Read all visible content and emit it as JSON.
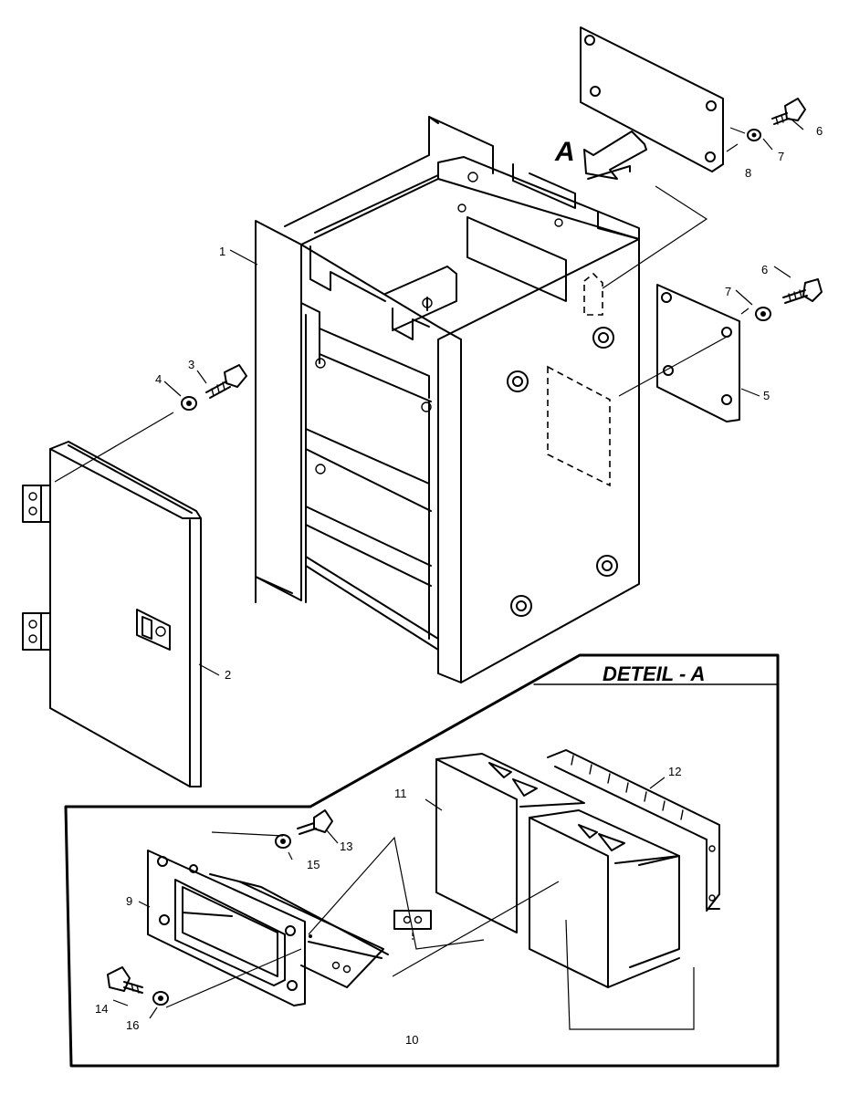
{
  "view_label": "A",
  "detail_title": "DETEIL - A",
  "callouts": {
    "c1": "1",
    "c2": "2",
    "c3": "3",
    "c4": "4",
    "c5": "5",
    "c6a": "6",
    "c6b": "6",
    "c7a": "7",
    "c7b": "7",
    "c8": "8",
    "c9": "9",
    "c10": "10",
    "c11": "11",
    "c12": "12",
    "c13": "13",
    "c14": "14",
    "c15": "15",
    "c16": "16"
  }
}
